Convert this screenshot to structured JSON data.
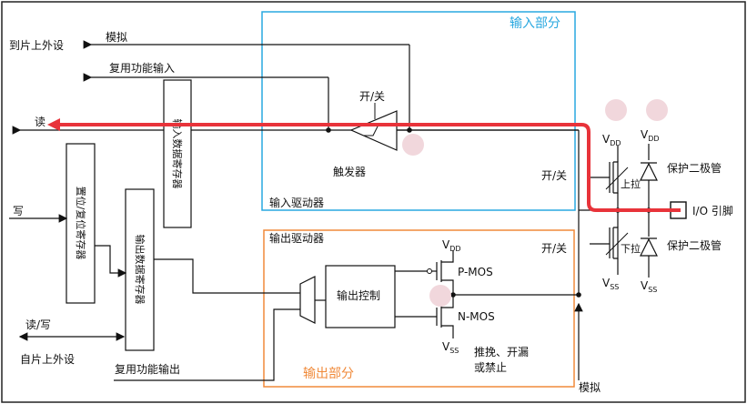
{
  "labels": {
    "to_onchip_peripheral": "到片上外设",
    "analog_top": "模拟",
    "alt_func_input": "复用功能输入",
    "read": "读",
    "write": "写",
    "read_write": "读/写",
    "from_onchip_peripheral": "自片上外设",
    "alt_func_output": "复用功能输出",
    "analog_bottom": "模拟",
    "input_data_register": "输入数据寄存器",
    "bit_set_reset_register": "置位/复位寄存器",
    "output_data_register": "输出数据寄存器",
    "on_off_trigger": "开/关",
    "trigger": "触发器",
    "input_driver": "输入驱动器",
    "input_section": "输入部分",
    "on_off_pullup": "开/关",
    "on_off_pulldown": "开/关",
    "output_driver": "输出驱动器",
    "output_control": "输出控制",
    "output_section": "输出部分",
    "pmos": "P-MOS",
    "nmos": "N-MOS",
    "vdd_main": "V",
    "vdd_main_sub": "DD",
    "vss_main": "V",
    "vss_main_sub": "SS",
    "push_pull_od": "推挽、开漏",
    "or_disabled": "或禁止",
    "vdd_pull": "V",
    "vdd_pull_sub": "DD",
    "vdd_diode": "V",
    "vdd_diode_sub": "DD",
    "pullup": "上拉",
    "pulldown": "下拉",
    "vss_pull": "V",
    "vss_pull_sub": "SS",
    "vss_diode": "V",
    "vss_diode_sub": "SS",
    "protect_diode_top": "保护二极管",
    "protect_diode_bottom": "保护二极管",
    "io_pin": "I/O 引脚"
  },
  "colors": {
    "input_box": "#29a8e0",
    "output_box": "#f08a3a",
    "highlight_path": "#e8333a",
    "wire": "#111111",
    "marker": "#f1d7dc"
  }
}
